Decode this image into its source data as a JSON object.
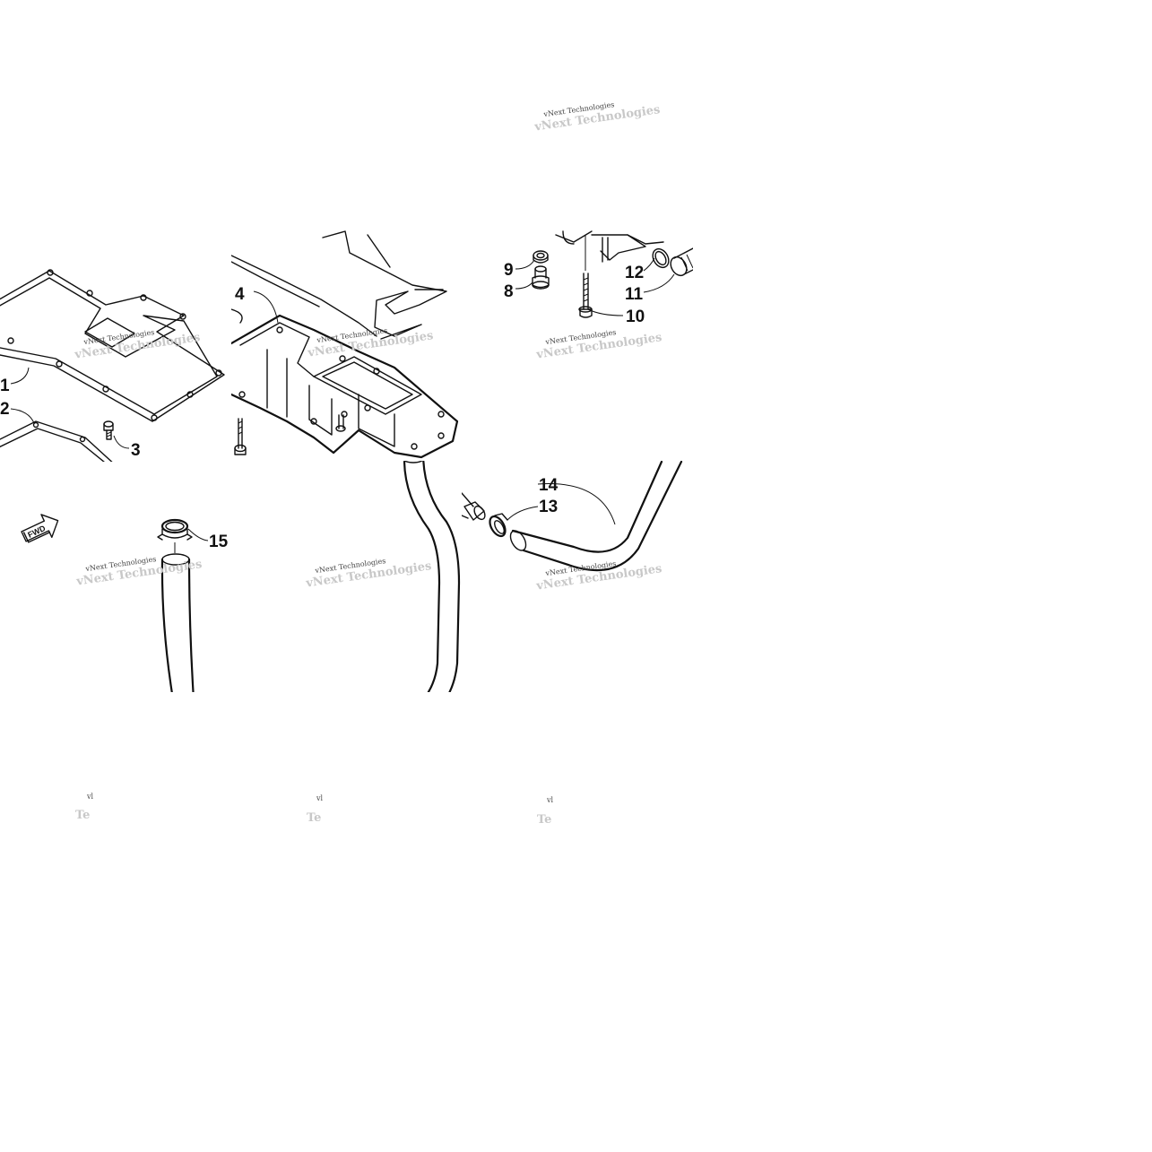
{
  "diagram": {
    "callouts": [
      {
        "id": "1",
        "label": "1"
      },
      {
        "id": "2",
        "label": "2"
      },
      {
        "id": "3",
        "label": "3"
      },
      {
        "id": "4",
        "label": "4"
      },
      {
        "id": "8",
        "label": "8"
      },
      {
        "id": "9",
        "label": "9"
      },
      {
        "id": "10",
        "label": "10"
      },
      {
        "id": "11",
        "label": "11"
      },
      {
        "id": "12",
        "label": "12"
      },
      {
        "id": "13",
        "label": "13"
      },
      {
        "id": "14",
        "label": "14"
      },
      {
        "id": "15",
        "label": "15"
      }
    ],
    "direction_arrow": "FWD",
    "watermark": {
      "text": "vNext Technologies",
      "ghost": "vNext Tech"
    }
  }
}
